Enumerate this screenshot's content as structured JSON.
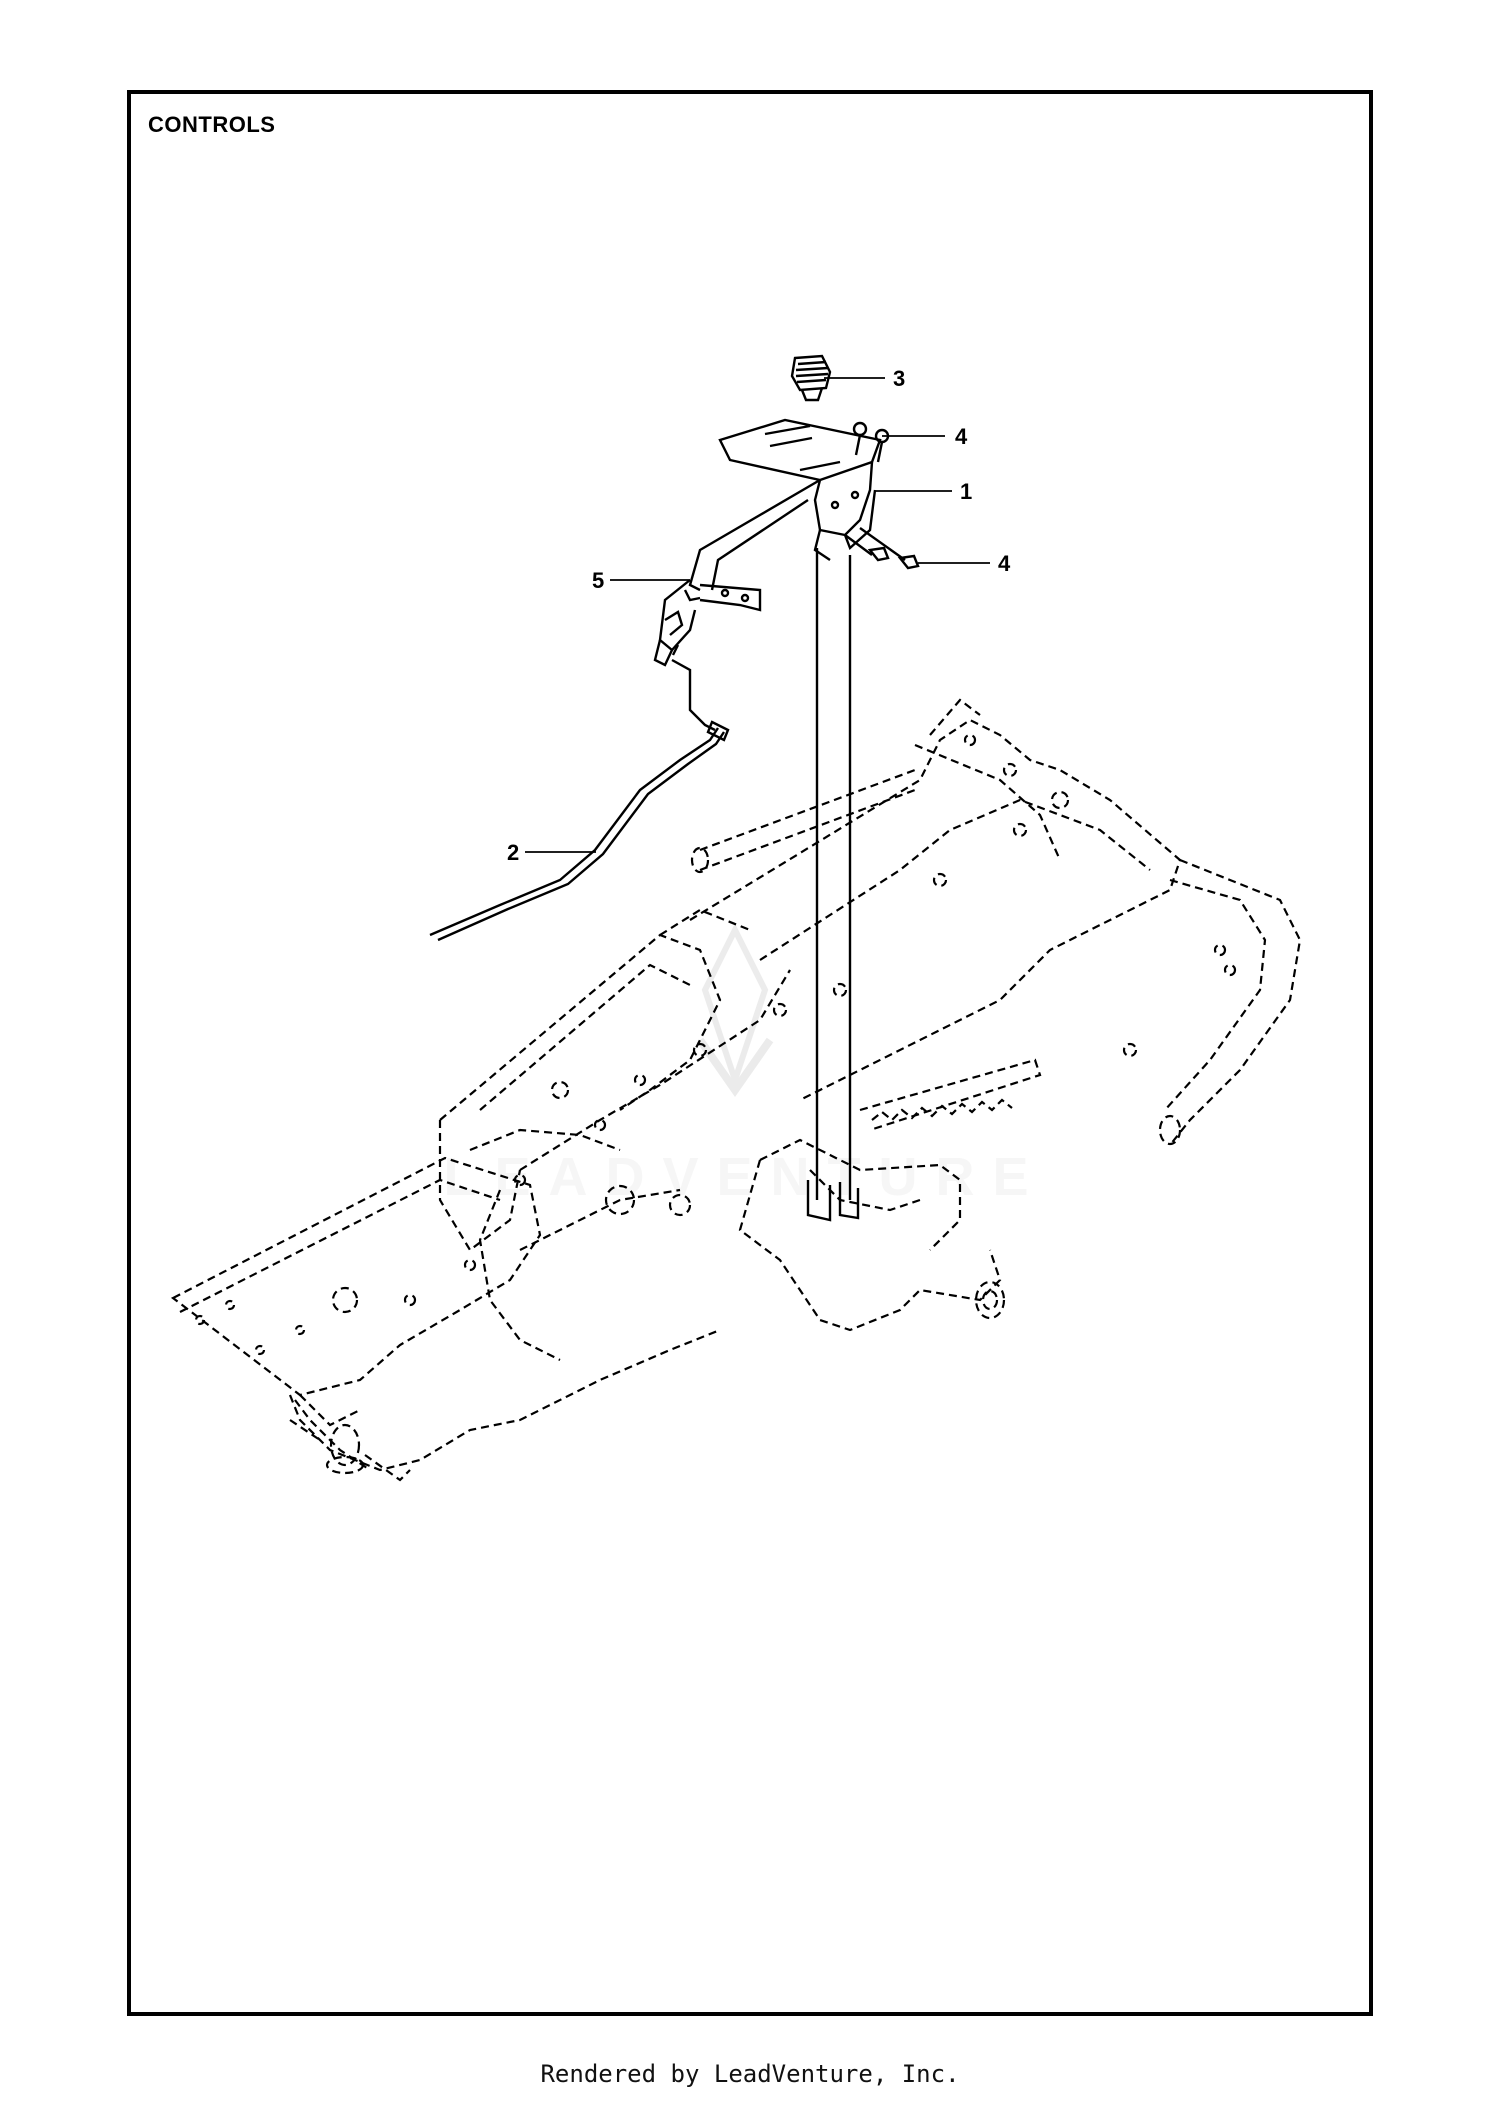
{
  "diagram": {
    "title": "CONTROLS",
    "callouts": [
      {
        "id": "c3",
        "label": "3"
      },
      {
        "id": "c4a",
        "label": "4"
      },
      {
        "id": "c1",
        "label": "1"
      },
      {
        "id": "c4b",
        "label": "4"
      },
      {
        "id": "c5",
        "label": "5"
      },
      {
        "id": "c2",
        "label": "2"
      }
    ],
    "watermark": "LEADVENTURE"
  },
  "footer": {
    "text": "Rendered by LeadVenture, Inc."
  }
}
